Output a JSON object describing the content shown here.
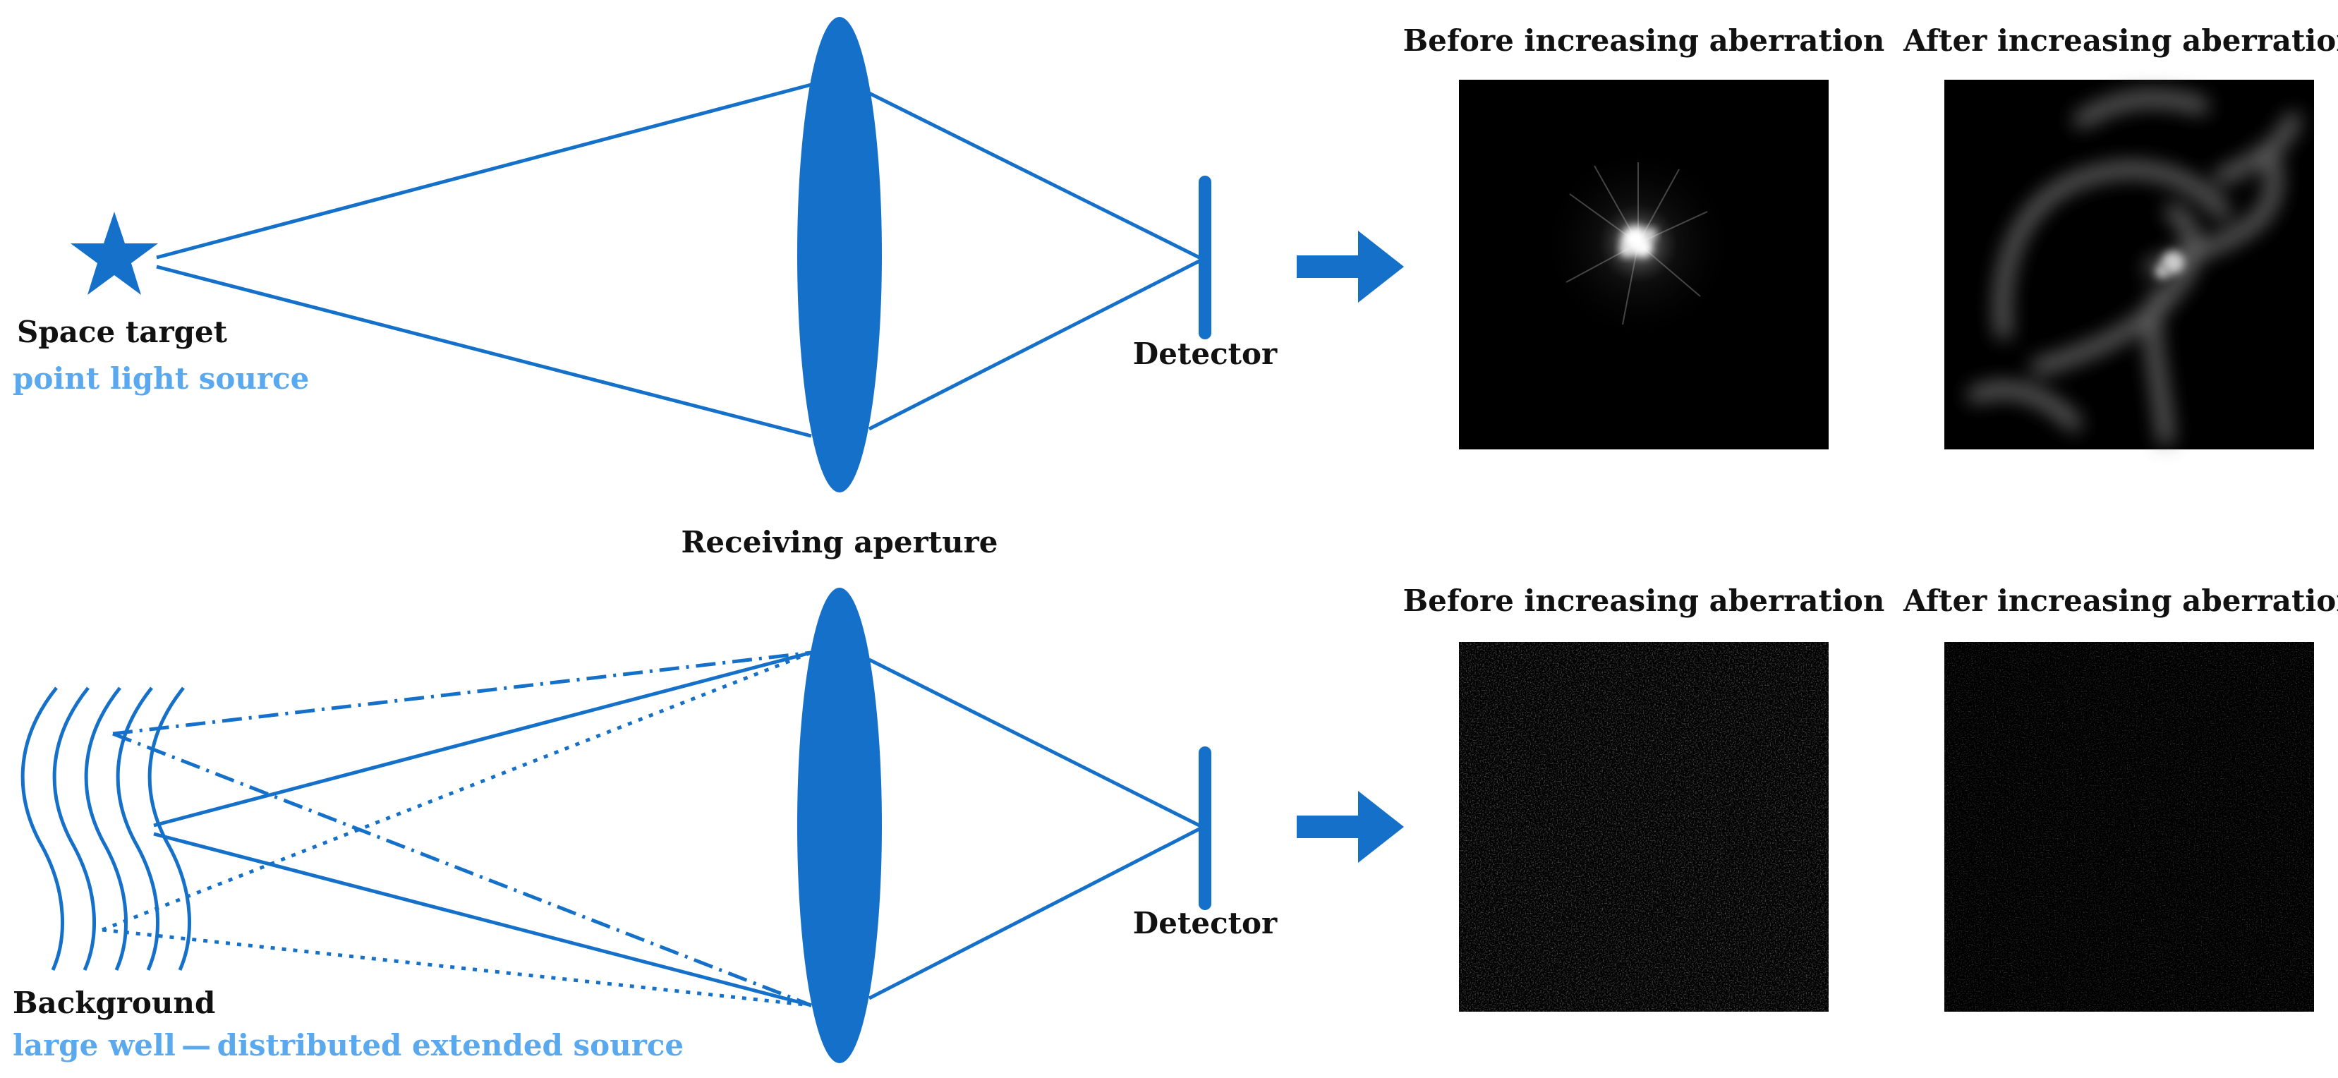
{
  "colors": {
    "primary_blue": "#1570c9",
    "light_blue": "#5aa9ee",
    "text_black": "#111111",
    "image_bg": "#000000"
  },
  "top_row": {
    "source_icon": "star-icon",
    "source_title": "Space target",
    "source_subtitle": "point light source",
    "detector_label": "Detector",
    "image_before_title": "Before increasing aberration",
    "image_after_title": "After increasing aberration"
  },
  "aperture_label": "Receiving aperture",
  "bottom_row": {
    "source_icon": "wavefront-icon",
    "source_title": "Background",
    "source_subtitle": "large well — distributed extended source",
    "detector_label": "Detector",
    "image_before_title": "Before increasing aberration",
    "image_after_title": "After increasing aberration"
  }
}
